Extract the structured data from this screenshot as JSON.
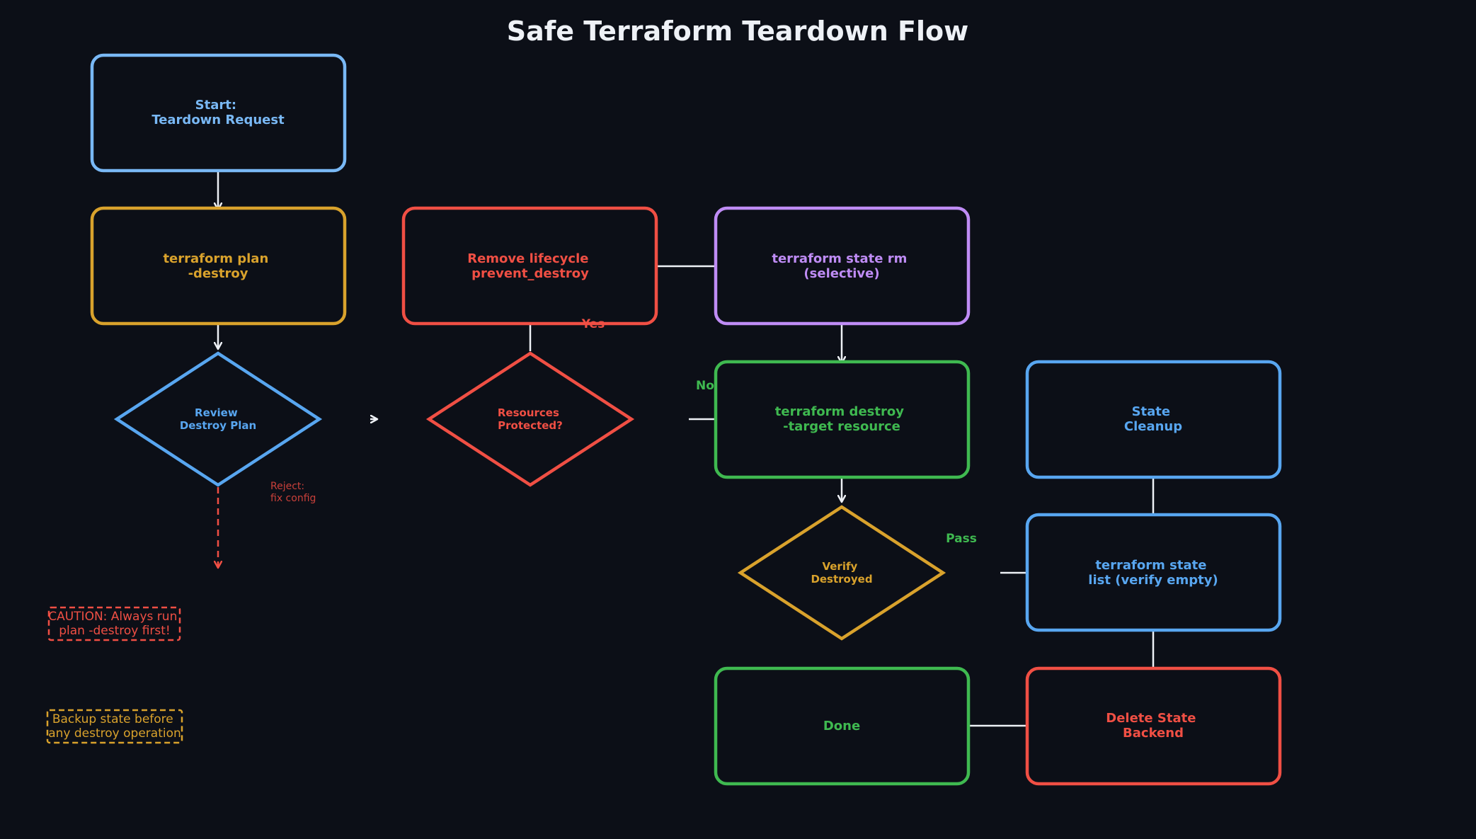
{
  "title": "Safe Terraform Teardown Flow",
  "colors": {
    "background": "#0c0f17",
    "blue_light": "#79b8f5",
    "blue": "#58a6f0",
    "orange": "#d9a22c",
    "red": "#f04f44",
    "purple": "#bf8cf5",
    "green": "#3fb950",
    "arrow": "#eef1f6"
  },
  "nodes": {
    "start": {
      "lines": [
        "Start:",
        "Teardown Request"
      ]
    },
    "plan_destroy": {
      "lines": [
        "terraform plan",
        "-destroy"
      ]
    },
    "review_plan": {
      "lines": [
        "Review",
        "Destroy Plan"
      ]
    },
    "remove_lifecycle": {
      "lines": [
        "Remove lifecycle",
        "prevent_destroy"
      ]
    },
    "resources_protected": {
      "lines": [
        "Resources",
        "Protected?"
      ]
    },
    "state_rm": {
      "lines": [
        "terraform state rm",
        "(selective)"
      ]
    },
    "destroy_target": {
      "lines": [
        "terraform destroy",
        "-target resource"
      ]
    },
    "verify_destroyed": {
      "lines": [
        "Verify",
        "Destroyed"
      ]
    },
    "state_cleanup": {
      "lines": [
        "State",
        "Cleanup"
      ]
    },
    "state_list": {
      "lines": [
        "terraform state",
        "list (verify empty)"
      ]
    },
    "delete_backend": {
      "lines": [
        "Delete State",
        "Backend"
      ]
    },
    "done": {
      "lines": [
        "Done"
      ]
    }
  },
  "edge_labels": {
    "yes": "Yes",
    "no": "No",
    "pass": "Pass",
    "reject": [
      "Reject:",
      "fix config"
    ]
  },
  "notes": {
    "caution": [
      "CAUTION: Always run",
      "plan -destroy first!"
    ],
    "backup": [
      "Backup state before",
      "any destroy operation"
    ]
  }
}
